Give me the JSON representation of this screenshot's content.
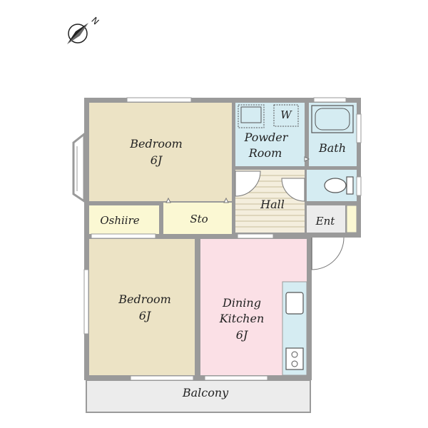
{
  "compass": {
    "north_label": "N"
  },
  "rooms": {
    "bedroom_top": {
      "name": "Bedroom",
      "size": "6J"
    },
    "powder_room": {
      "line1": "Powder",
      "line2": "Room",
      "washer": "W"
    },
    "bath": {
      "name": "Bath"
    },
    "hall": {
      "name": "Hall"
    },
    "oshiire": {
      "name": "Oshiire"
    },
    "storage": {
      "name": "Sto"
    },
    "entrance": {
      "name": "Ent"
    },
    "bedroom_bottom": {
      "name": "Bedroom",
      "size": "6J"
    },
    "dining_kitchen": {
      "line1": "Dining",
      "line2": "Kitchen",
      "size": "6J"
    },
    "balcony": {
      "name": "Balcony"
    }
  },
  "colors": {
    "bedroom": "#ece3c5",
    "wet_area": "#d5ecf2",
    "storage": "#fbf8d3",
    "dining": "#fbe0e6",
    "balcony": "#ececec",
    "hall_floor": "#f4eedd",
    "wall": "#9a9a9a"
  }
}
